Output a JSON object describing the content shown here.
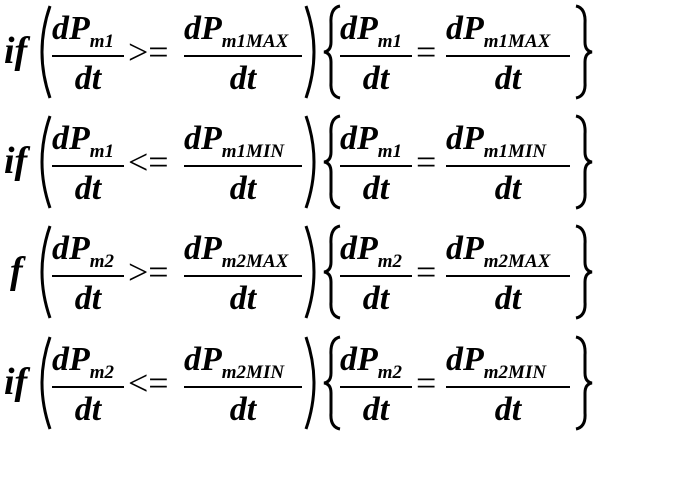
{
  "equations": [
    {
      "keyword": "if",
      "numerator": "dP",
      "lhs_sub": "m1",
      "denominator": "dt",
      "comparator": ">=",
      "rhs_sub": "m1MAX",
      "assign": "="
    },
    {
      "keyword": "if",
      "numerator": "dP",
      "lhs_sub": "m1",
      "denominator": "dt",
      "comparator": "<=",
      "rhs_sub": "m1MIN",
      "assign": "="
    },
    {
      "keyword": "f",
      "numerator": "dP",
      "lhs_sub": "m2",
      "denominator": "dt",
      "comparator": ">=",
      "rhs_sub": "m2MAX",
      "assign": "="
    },
    {
      "keyword": "if",
      "numerator": "dP",
      "lhs_sub": "m2",
      "denominator": "dt",
      "comparator": "<=",
      "rhs_sub": "m2MIN",
      "assign": "="
    }
  ]
}
